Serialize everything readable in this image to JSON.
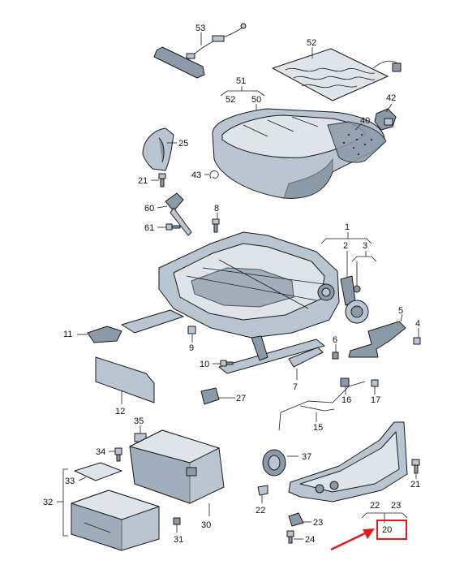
{
  "callouts": {
    "c1": "1",
    "c2": "2",
    "c3": "3",
    "c4": "4",
    "c5": "5",
    "c6": "6",
    "c7": "7",
    "c8": "8",
    "c9": "9",
    "c10": "10",
    "c11": "11",
    "c12": "12",
    "c15": "15",
    "c16": "16",
    "c17": "17",
    "c20": "20",
    "c21a": "21",
    "c21b": "21",
    "c22a": "22",
    "c22b": "22",
    "c23a": "23",
    "c23b": "23",
    "c24": "24",
    "c25": "25",
    "c27": "27",
    "c30": "30",
    "c31": "31",
    "c32": "32",
    "c33": "33",
    "c34": "34",
    "c35": "35",
    "c37": "37",
    "c40": "40",
    "c42": "42",
    "c43": "43",
    "c50": "50",
    "c51": "51",
    "c52a": "52",
    "c52b": "52",
    "c53": "53",
    "c60": "60",
    "c61": "61"
  },
  "highlight": {
    "color": "#e01b1b",
    "target_part": "20"
  }
}
